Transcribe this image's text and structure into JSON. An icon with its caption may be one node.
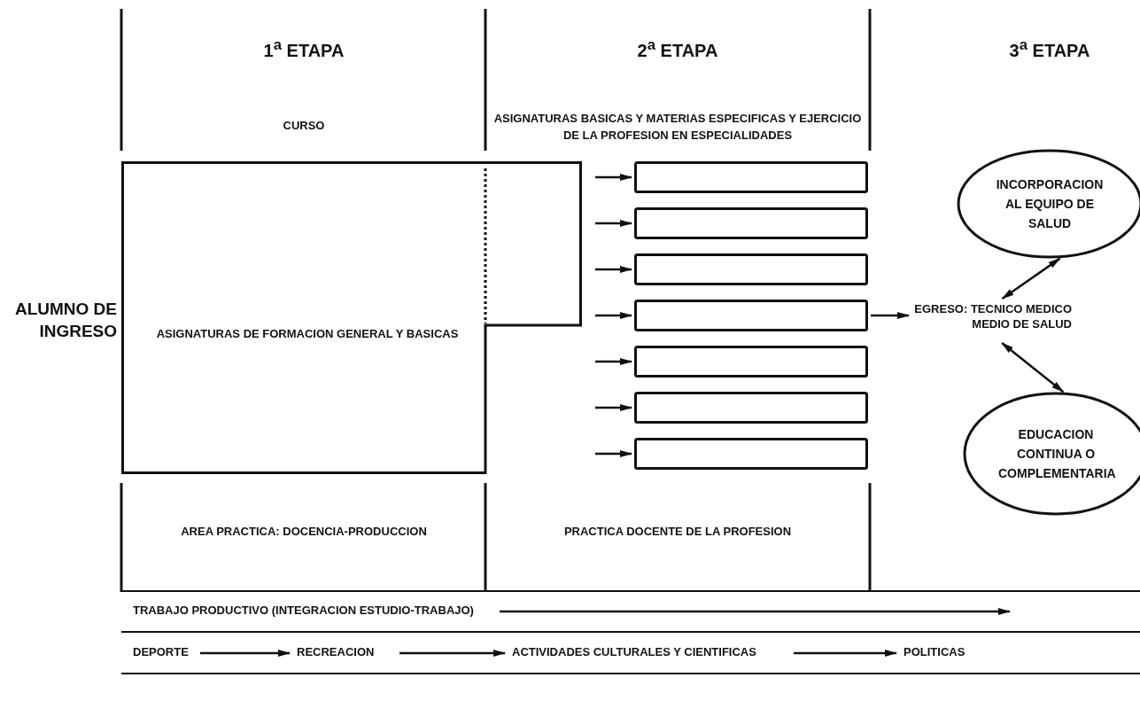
{
  "diagram": {
    "nodes": [
      {
        "text": [
          "ASIGNATURAS DE FORMACION GENERAL Y BASICAS"
        ]
      },
      {
        "text": [],
        "shape": "box"
      },
      {
        "text": [],
        "shape": "box"
      },
      {
        "text": [],
        "shape": "box"
      },
      {
        "text": [],
        "shape": "box"
      },
      {
        "text": [],
        "shape": "box"
      },
      {
        "text": [],
        "shape": "box"
      },
      {
        "text": [],
        "shape": "box"
      },
      {
        "text": [
          "EGRESO: TECNICO MEDICO MEDIO DE SALUD"
        ]
      },
      {
        "text": [
          "INCORPORACION AL EQUIPO DE SALUD"
        ]
      },
      {
        "text": [
          "EDUCACION CONTINUA O COMPLEMENTARIA"
        ]
      },
      {
        "text": [
          "TRABAJO PRODUCTIVO (INTEGRACION ESTUDIO-TRABAJO)"
        ]
      },
      {
        "text": [
          "DEPORTE"
        ]
      },
      {
        "text": [
          "RECREACION"
        ]
      },
      {
        "text": [
          "ACTIVIDADES CULTURALES Y CIENTIFICAS"
        ]
      },
      {
        "text": [
          "POLITICAS"
        ]
      }
    ],
    "edges": [
      {
        "from": null,
        "to": 1,
        "arrow": "to"
      },
      {
        "from": null,
        "to": 2,
        "arrow": "to"
      },
      {
        "from": null,
        "to": 3,
        "arrow": "to"
      },
      {
        "from": null,
        "to": 4,
        "arrow": "to"
      },
      {
        "from": null,
        "to": 5,
        "arrow": "to"
      },
      {
        "from": null,
        "to": 6,
        "arrow": "to"
      },
      {
        "from": null,
        "to": 7,
        "arrow": "to"
      },
      {
        "from": 4,
        "to": 8,
        "arrow": "to"
      },
      {
        "from": 8,
        "to": 9,
        "arrow": "both"
      },
      {
        "from": 8,
        "to": 10,
        "arrow": "both"
      },
      {
        "from": 11,
        "to": null,
        "arrow": "to"
      },
      {
        "from": 12,
        "to": 13,
        "arrow": "to"
      },
      {
        "from": 13,
        "to": 14,
        "arrow": "to"
      },
      {
        "from": 14,
        "to": 15,
        "arrow": "to"
      }
    ],
    "labels": [
      "1$^{a}$ ETAPA",
      "2$^{a}$ ETAPA",
      "3$^{a}$ ETAPA",
      "CURSO",
      "ASIGNATURAS BASICAS Y MATERIAS ESPECIFICAS Y EJERCICIO DE LA PROFESION EN ESPECIALIDADES",
      "ALUMNO DE INGRESO",
      "AREA PRACTICA: DOCENCIA-PRODUCCION",
      "PRACTICA DOCENTE DE LA PROFESION"
    ]
  }
}
